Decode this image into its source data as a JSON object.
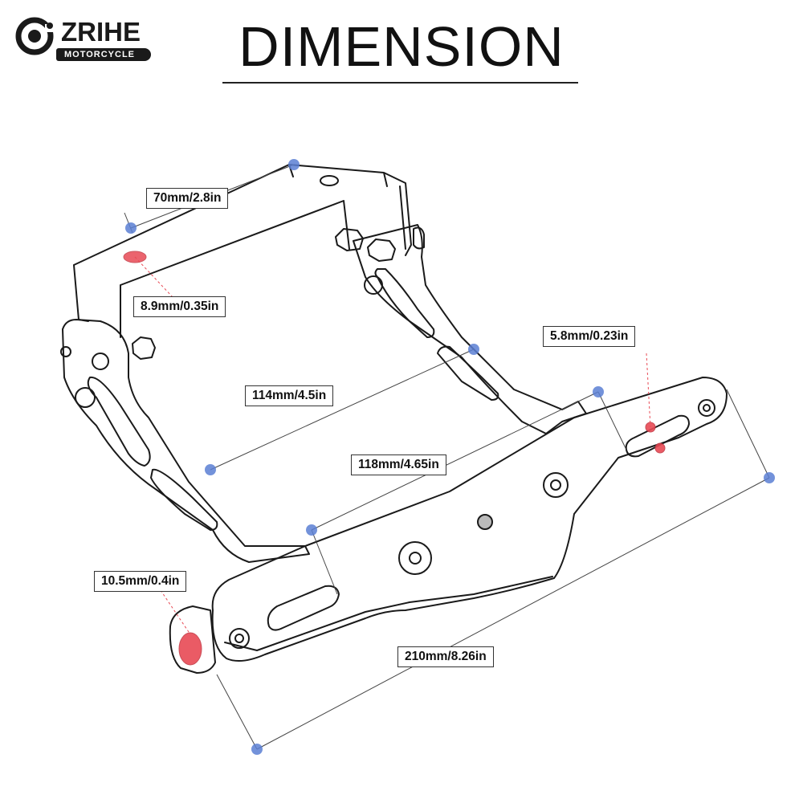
{
  "logo": {
    "brand": "ZRIHE",
    "subtitle": "MOTORCYCLE"
  },
  "title": "DIMENSION",
  "dimensions": [
    {
      "id": "top-width",
      "label": "70mm/2.8in"
    },
    {
      "id": "mount-hole",
      "label": "8.9mm/0.35in"
    },
    {
      "id": "slot-width",
      "label": "5.8mm/0.23in"
    },
    {
      "id": "arm-length",
      "label": "114mm/4.5in"
    },
    {
      "id": "bracket-depth",
      "label": "118mm/4.65in"
    },
    {
      "id": "side-hole",
      "label": "10.5mm/0.4in"
    },
    {
      "id": "plate-length",
      "label": "210mm/8.26in"
    }
  ],
  "colors": {
    "outline": "#1a1a1a",
    "dimension_point": "#5b7fd4",
    "hole_highlight": "#e84a55",
    "label_border": "#333333"
  }
}
